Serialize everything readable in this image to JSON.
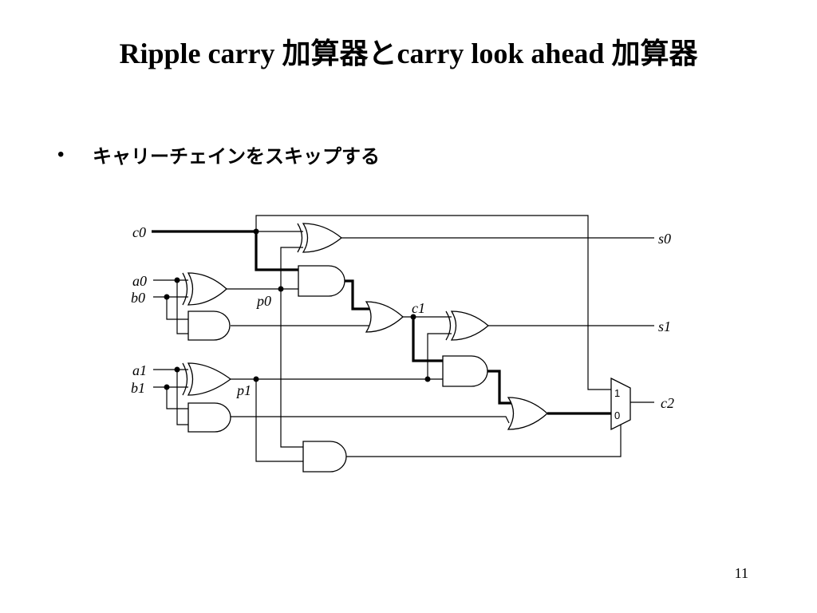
{
  "slide": {
    "title": "Ripple carry 加算器とcarry look ahead 加算器",
    "bullet": "キャリーチェインをスキップする",
    "bullet_marker": "•",
    "page_number": "11"
  },
  "diagram": {
    "signals": {
      "c0": "c0",
      "a0": "a0",
      "b0": "b0",
      "a1": "a1",
      "b1": "b1",
      "p0": "p0",
      "p1": "p1",
      "c1": "c1",
      "s0": "s0",
      "s1": "s1",
      "c2": "c2"
    },
    "mux": {
      "input_1": "1",
      "input_0": "0"
    }
  }
}
